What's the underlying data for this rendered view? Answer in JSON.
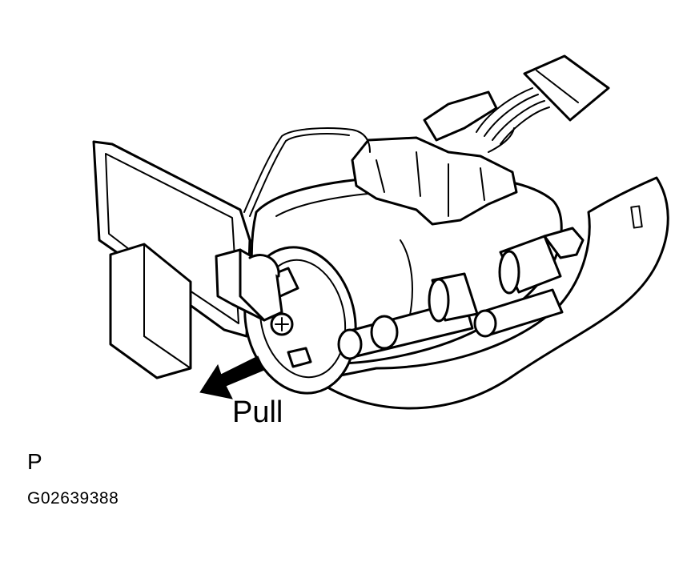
{
  "labels": {
    "pull": "Pull",
    "view_letter": "P",
    "figure_id": "G02639388"
  },
  "colors": {
    "ink": "#000000",
    "paper": "#ffffff"
  }
}
